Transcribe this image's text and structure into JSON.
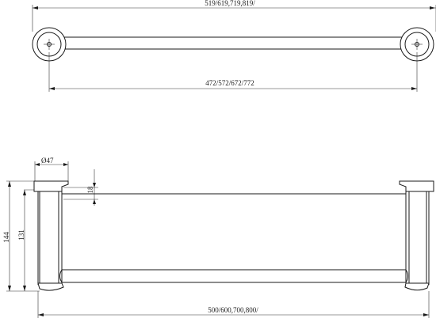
{
  "dimensions": {
    "top_overall_length": "519/619,719,819/",
    "top_center_distance": "472/572/672/772",
    "base_diameter": "Ø47",
    "bar_gap": "18",
    "height_overall": "144",
    "height_inner": "131",
    "bottom_length": "500/600,700,800/"
  },
  "colors": {
    "line": "#1a1a1a",
    "background": "#ffffff"
  }
}
